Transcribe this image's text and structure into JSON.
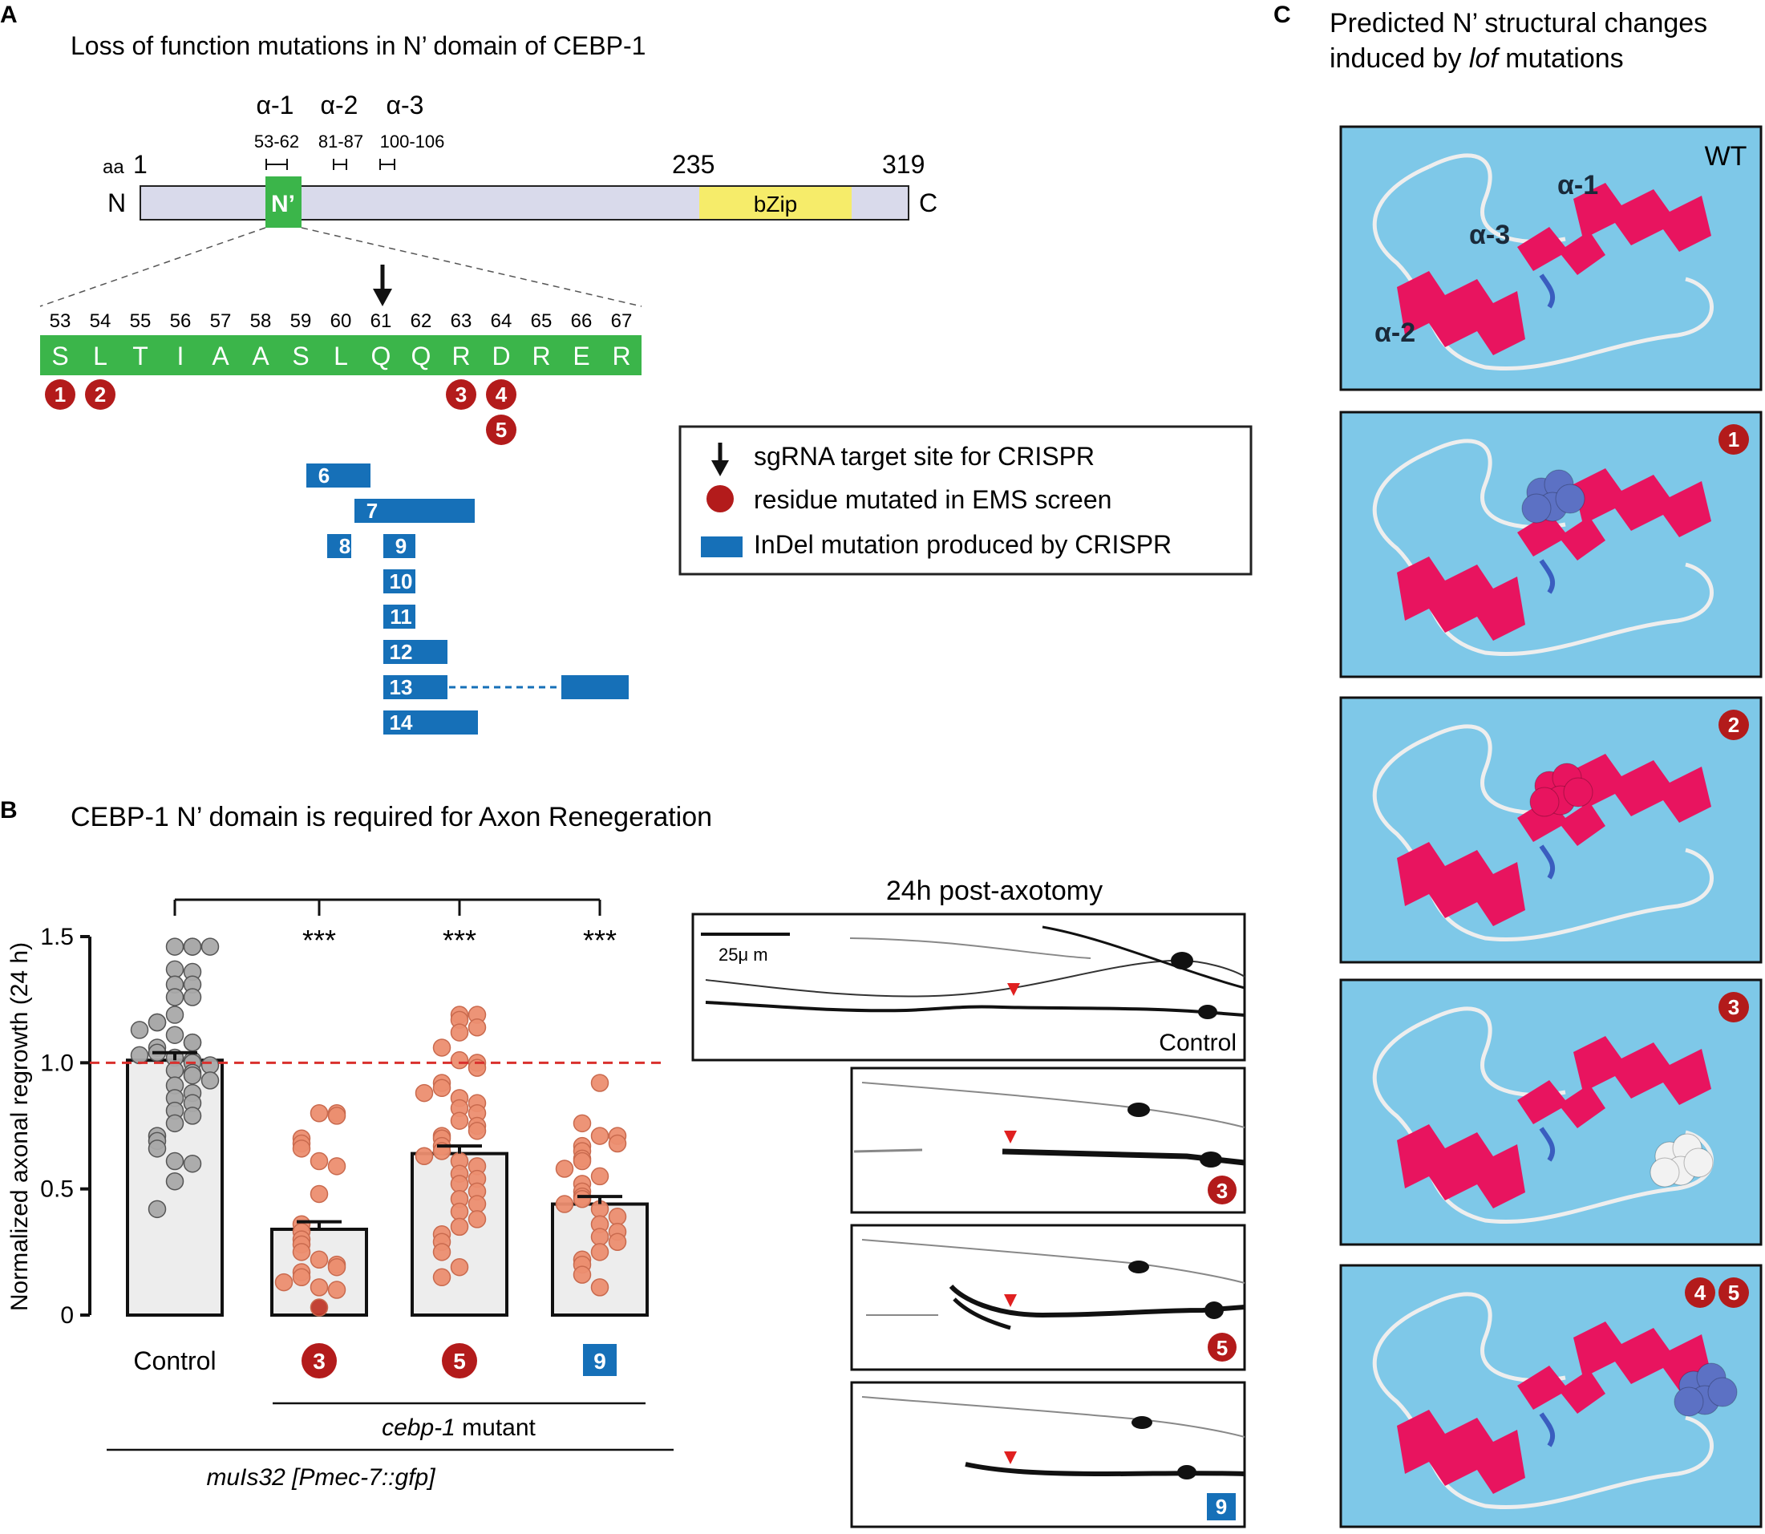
{
  "colors": {
    "green": "#3bb54a",
    "lavender": "#d9daeb",
    "yellow": "#f6ec6a",
    "red_badge": "#b31b1b",
    "blue_badge": "#1670b8",
    "sky": "#7ec8e8",
    "helix": "#e8145f",
    "gray_dot": "#a9a9a9",
    "salmon_dot": "#ec8e70",
    "dashed_red": "#d9302d"
  },
  "panelA": {
    "letter": "A",
    "title": "Loss of function mutations in N’ domain of CEBP-1",
    "helices": [
      {
        "name": "α-1",
        "range": "53-62"
      },
      {
        "name": "α-2",
        "range": "81-87"
      },
      {
        "name": "α-3",
        "range": "100-106"
      }
    ],
    "protein": {
      "aa_label": "aa",
      "start": "1",
      "bzip_start": "235",
      "end": "319",
      "n_term": "N",
      "c_term": "C",
      "domain": "N’",
      "bzip": "bZip"
    },
    "positions": [
      "53",
      "54",
      "55",
      "56",
      "57",
      "58",
      "59",
      "60",
      "61",
      "62",
      "63",
      "64",
      "65",
      "66",
      "67"
    ],
    "residues": [
      "S",
      "L",
      "T",
      "I",
      "A",
      "A",
      "S",
      "L",
      "Q",
      "Q",
      "R",
      "D",
      "R",
      "E",
      "R"
    ],
    "ems_mutations": [
      "1",
      "2",
      "3",
      "4",
      "5"
    ],
    "indels": [
      "6",
      "7",
      "8",
      "9",
      "10",
      "11",
      "12",
      "13",
      "14"
    ],
    "legend": {
      "arrow": "sgRNA target site for CRISPR",
      "dot": "residue mutated in EMS screen",
      "bar": "InDel mutation produced by CRISPR"
    }
  },
  "panelB": {
    "letter": "B",
    "title": "CEBP-1 N’ domain is required for Axon Renegeration",
    "significance": "***",
    "group_label_mutant_italic": "cebp-1",
    "group_label_mutant_rest": " mutant",
    "strain_label": "muIs32 [Pmec-7::gfp]",
    "micrographs_title": "24h post-axotomy",
    "scale_bar": "25μ m",
    "micrograph_labels": [
      "Control",
      "3",
      "5",
      "9"
    ]
  },
  "chart_data": {
    "type": "bar",
    "ylabel": "Normalized axonal regrowth (24 h)",
    "ylim": [
      0,
      1.5
    ],
    "yticks": [
      "0",
      "0.5",
      "1.0",
      "1.5"
    ],
    "reference_line": 1.0,
    "categories": [
      "Control",
      "3",
      "5",
      "9"
    ],
    "category_badge": [
      "none",
      "red",
      "red",
      "blue"
    ],
    "values": [
      1.01,
      0.34,
      0.64,
      0.44
    ],
    "errors": [
      0.03,
      0.03,
      0.03,
      0.03
    ],
    "points": [
      [
        1.46,
        1.46,
        1.46,
        1.46,
        1.37,
        1.36,
        1.31,
        1.31,
        1.26,
        1.26,
        1.19,
        1.16,
        1.16,
        1.13,
        1.11,
        1.08,
        1.08,
        1.06,
        1.04,
        1.03,
        1.02,
        1.01,
        1.0,
        0.99,
        0.97,
        0.96,
        0.95,
        0.93,
        0.91,
        0.88,
        0.86,
        0.84,
        0.81,
        0.79,
        0.76,
        0.71,
        0.69,
        0.66,
        0.61,
        0.6,
        0.53,
        0.42
      ],
      [
        0.8,
        0.8,
        0.79,
        0.7,
        0.68,
        0.66,
        0.61,
        0.59,
        0.48,
        0.36,
        0.33,
        0.3,
        0.28,
        0.25,
        0.22,
        0.2,
        0.19,
        0.17,
        0.15,
        0.13,
        0.11,
        0.1,
        0.03
      ],
      [
        1.19,
        1.19,
        1.17,
        1.14,
        1.12,
        1.06,
        1.01,
        1.0,
        0.98,
        0.92,
        0.9,
        0.88,
        0.86,
        0.84,
        0.82,
        0.8,
        0.77,
        0.75,
        0.73,
        0.71,
        0.7,
        0.67,
        0.65,
        0.63,
        0.61,
        0.59,
        0.56,
        0.54,
        0.52,
        0.49,
        0.46,
        0.44,
        0.41,
        0.38,
        0.35,
        0.32,
        0.29,
        0.25,
        0.19,
        0.15
      ],
      [
        0.92,
        0.76,
        0.71,
        0.71,
        0.68,
        0.67,
        0.65,
        0.62,
        0.61,
        0.58,
        0.55,
        0.52,
        0.49,
        0.47,
        0.46,
        0.44,
        0.42,
        0.39,
        0.36,
        0.33,
        0.31,
        0.29,
        0.25,
        0.22,
        0.2,
        0.16,
        0.11
      ]
    ]
  },
  "panelC": {
    "letter": "C",
    "title_line1": "Predicted N’ structural changes",
    "title_line2_pre": "induced by ",
    "title_line2_italic": "lof",
    "title_line2_post": " mutations",
    "boxes": [
      {
        "badge": "WT",
        "helix_labels": [
          "α-1",
          "α-3",
          "α-2"
        ]
      },
      {
        "badge": "1"
      },
      {
        "badge": "2"
      },
      {
        "badge": "3"
      },
      {
        "badge": "4",
        "badge2": "5"
      }
    ]
  }
}
